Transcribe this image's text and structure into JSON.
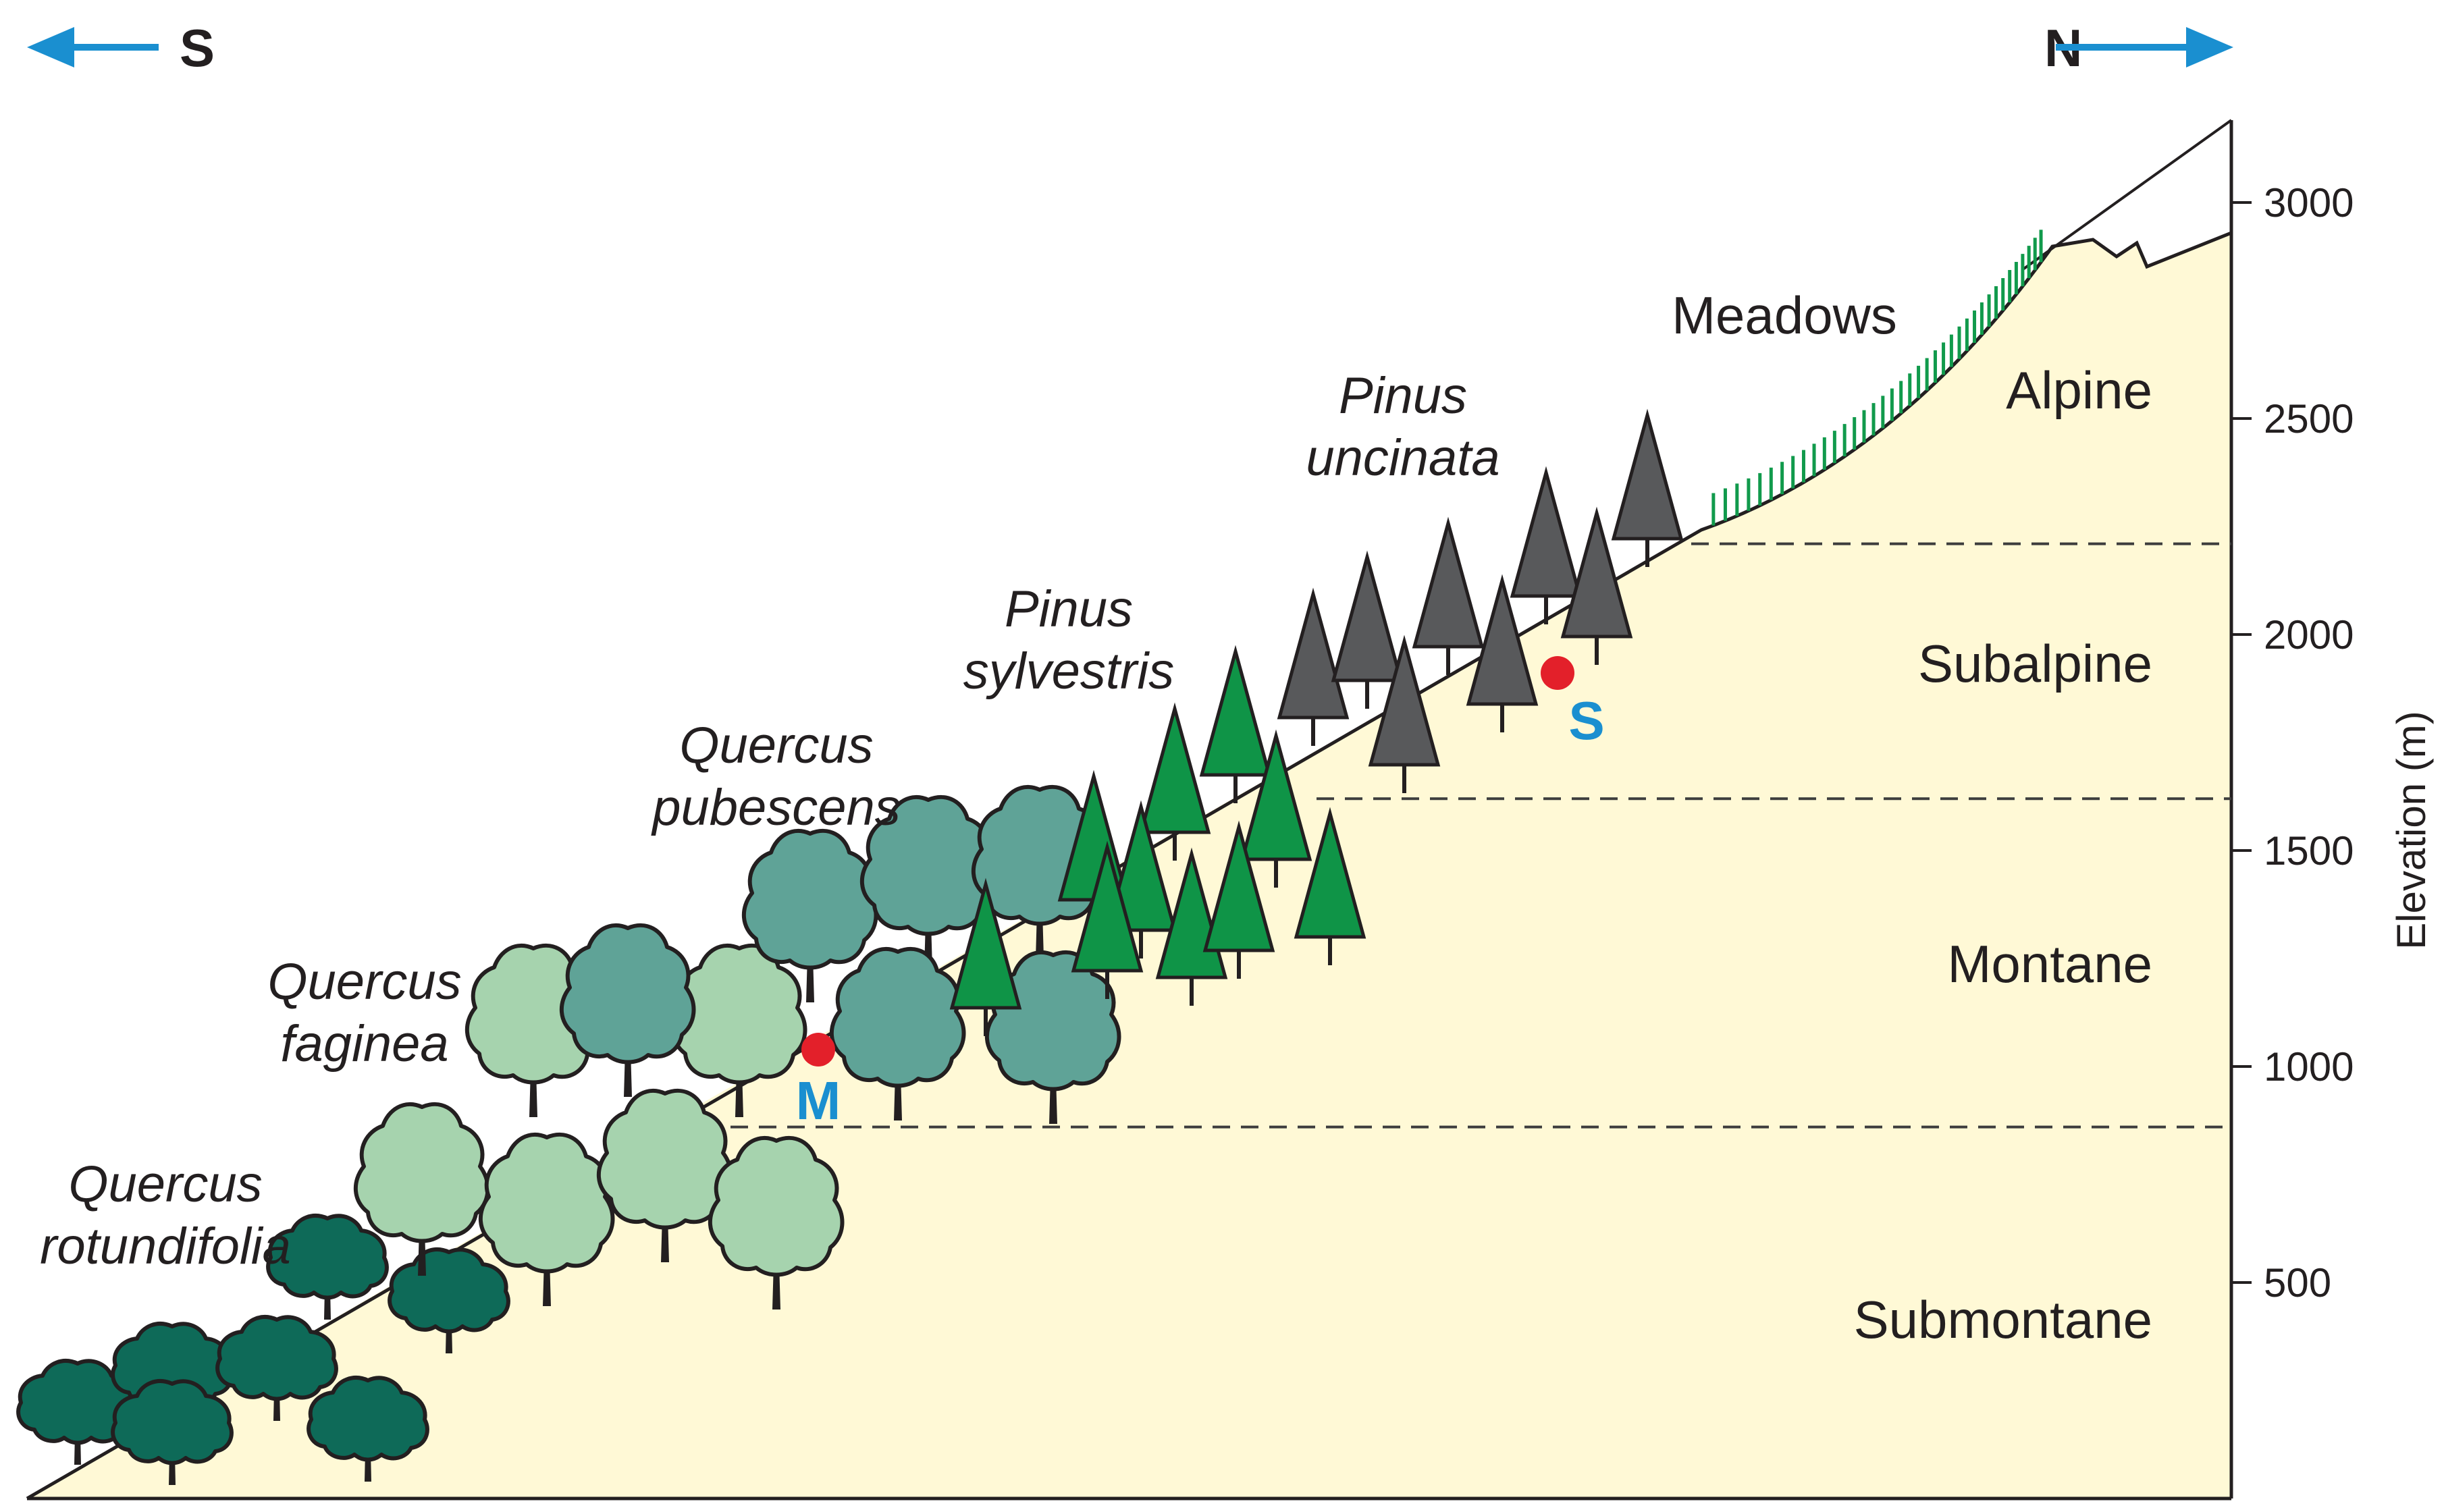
{
  "direction": {
    "south": {
      "label": "S",
      "arrow_color": "#1a8fd0"
    },
    "north": {
      "label": "N",
      "arrow_color": "#1a8fd0"
    }
  },
  "axis": {
    "label": "Elevation (m)",
    "ticks": [
      "500",
      "1000",
      "1500",
      "2000",
      "2500",
      "3000"
    ],
    "max": 3200,
    "boundaries_m": [
      860,
      1620,
      2210
    ]
  },
  "zones": [
    {
      "name": "Submontane",
      "elevation_range_m": [
        0,
        860
      ]
    },
    {
      "name": "Montane",
      "elevation_range_m": [
        860,
        1620
      ]
    },
    {
      "name": "Subalpine",
      "elevation_range_m": [
        1620,
        2210
      ]
    },
    {
      "name": "Alpine",
      "elevation_range_m": [
        2210,
        3200
      ]
    }
  ],
  "vegetation": [
    {
      "species_line1": "Quercus",
      "species_line2": "rotundifolia",
      "icon": "broadleaf-tree-icon",
      "color": "#0e6a58"
    },
    {
      "species_line1": "Quercus",
      "species_line2": "faginea",
      "icon": "broadleaf-tree-icon",
      "color": "#a6d3ae"
    },
    {
      "species_line1": "Quercus",
      "species_line2": "pubescens",
      "icon": "broadleaf-tree-icon",
      "color": "#5fa397"
    },
    {
      "species_line1": "Pinus",
      "species_line2": "sylvestris",
      "icon": "conifer-tree-icon",
      "color": "#0f9447"
    },
    {
      "species_line1": "Pinus",
      "species_line2": "uncinata",
      "icon": "conifer-tree-icon",
      "color": "#58595b"
    }
  ],
  "meadows": {
    "label": "Meadows",
    "hatch_color": "#119a4c"
  },
  "sites": [
    {
      "label": "M",
      "marker_color": "#e3202a",
      "label_color": "#1a8fd0",
      "zone": "Montane"
    },
    {
      "label": "S",
      "marker_color": "#e3202a",
      "label_color": "#1a8fd0",
      "zone": "Subalpine"
    }
  ],
  "colors": {
    "ground": "#fff9d6",
    "outline": "#231f20",
    "boundary_line": "#3d3d3d"
  }
}
